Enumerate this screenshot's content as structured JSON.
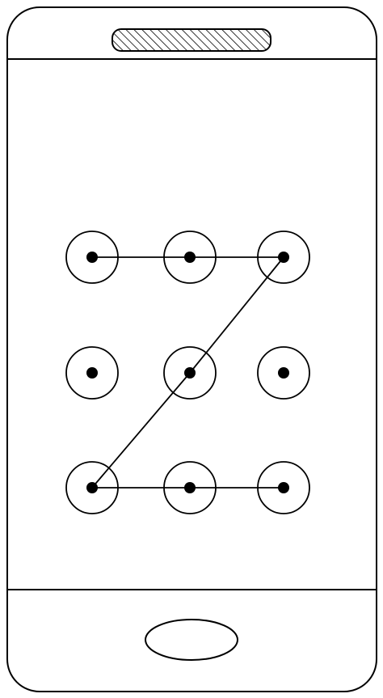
{
  "colors": {
    "stroke": "#000000",
    "background": "#ffffff"
  },
  "icons": {
    "speaker": "speaker-grille-icon",
    "home": "home-button-icon"
  },
  "lock_pattern": {
    "grid": {
      "rows": 3,
      "cols": 3
    },
    "path": [
      {
        "row": 0,
        "col": 0
      },
      {
        "row": 0,
        "col": 1
      },
      {
        "row": 0,
        "col": 2
      },
      {
        "row": 1,
        "col": 1
      },
      {
        "row": 2,
        "col": 0
      },
      {
        "row": 2,
        "col": 1
      },
      {
        "row": 2,
        "col": 2
      }
    ]
  }
}
